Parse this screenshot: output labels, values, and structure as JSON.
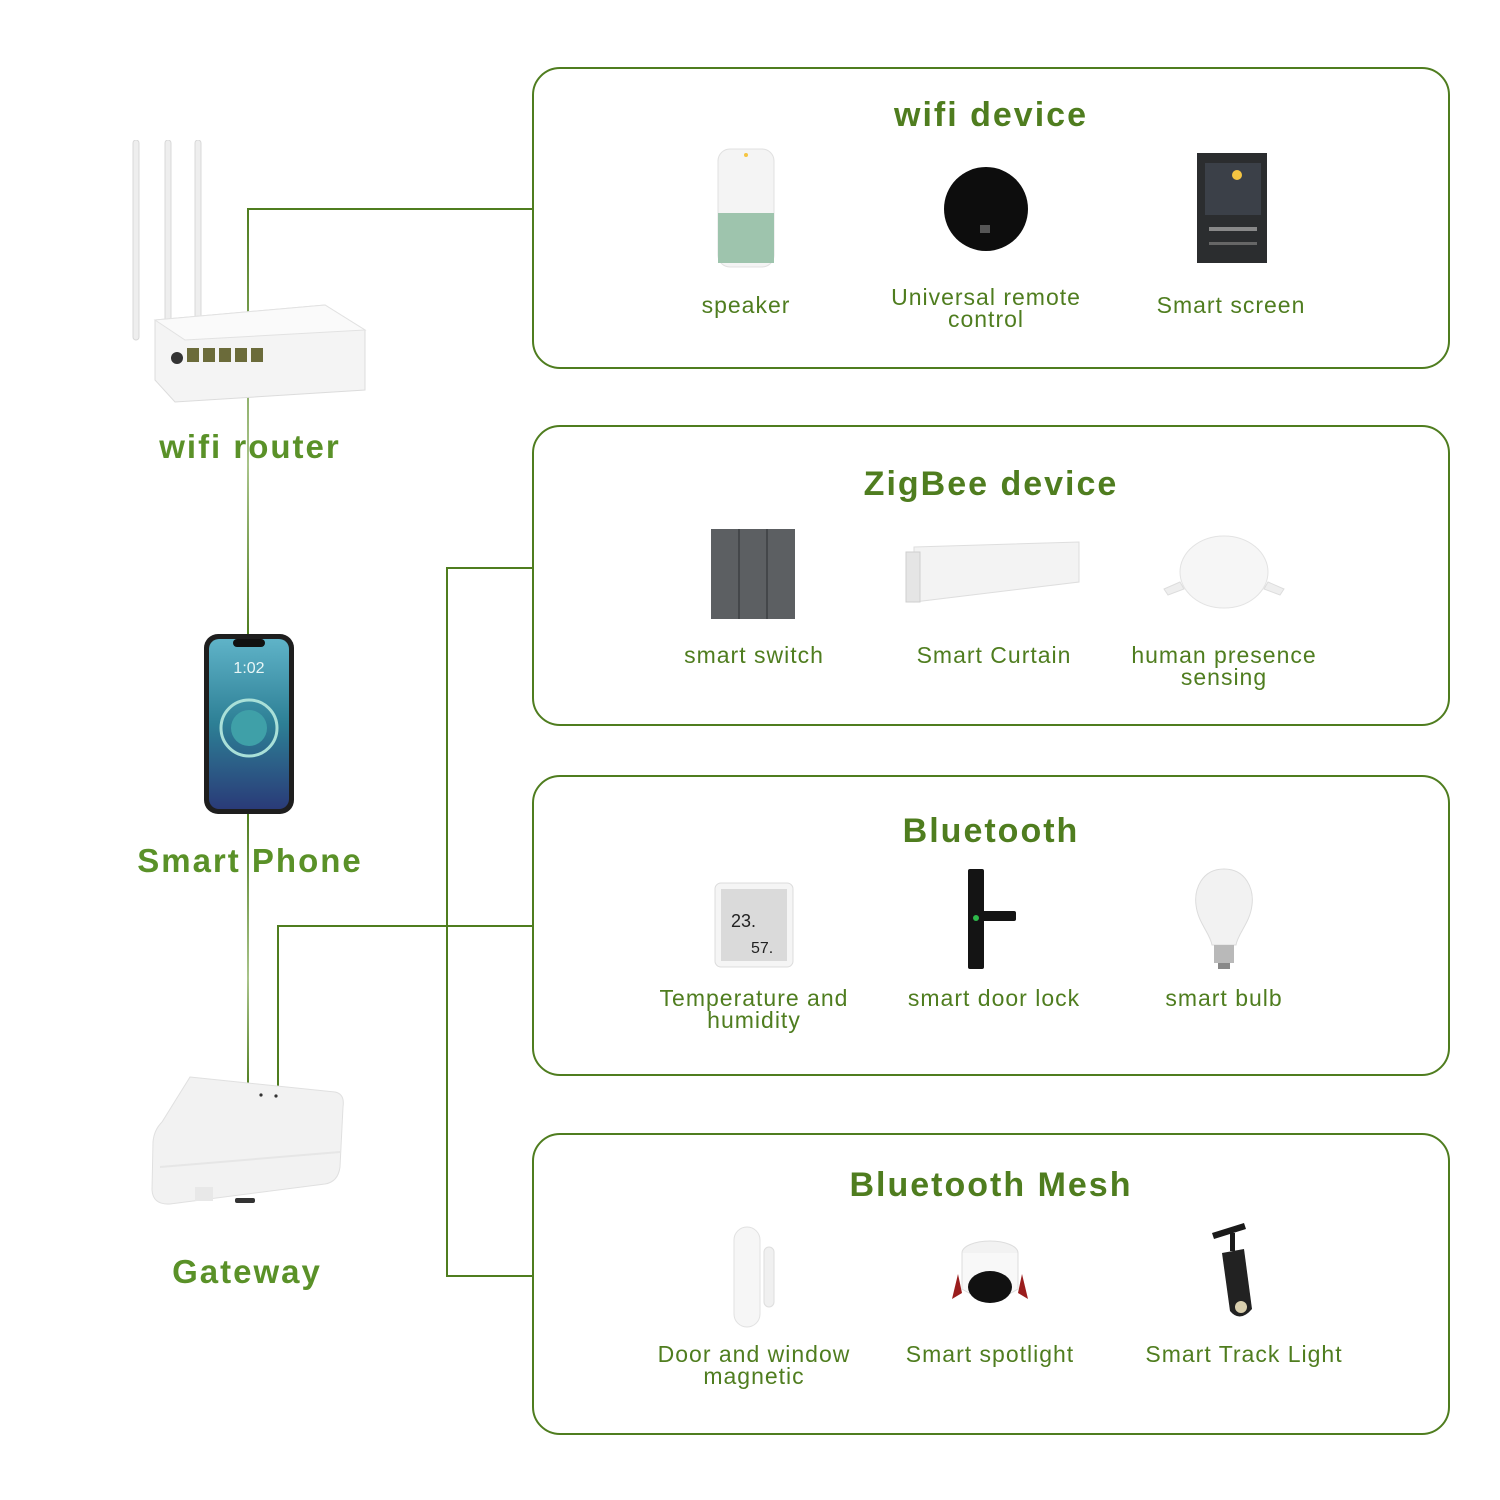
{
  "hubs": {
    "router": {
      "label": "wifi router",
      "icon": "wifi-router-icon"
    },
    "phone": {
      "label": "Smart Phone",
      "icon": "smartphone-icon",
      "screen_time": "1:02"
    },
    "gateway": {
      "label": "Gateway",
      "icon": "gateway-icon"
    }
  },
  "panels": [
    {
      "title": "wifi device",
      "items": [
        {
          "label": "speaker",
          "icon": "speaker-icon"
        },
        {
          "label": "Universal remote control",
          "icon": "remote-control-icon"
        },
        {
          "label": "Smart screen",
          "icon": "smart-screen-icon"
        }
      ]
    },
    {
      "title": "ZigBee device",
      "items": [
        {
          "label": "smart switch",
          "icon": "smart-switch-icon"
        },
        {
          "label": "Smart Curtain",
          "icon": "curtain-motor-icon"
        },
        {
          "label": "human presence sensing",
          "icon": "presence-sensor-icon"
        }
      ]
    },
    {
      "title": "Bluetooth",
      "items": [
        {
          "label": "Temperature and humidity",
          "icon": "thermo-hygrometer-icon",
          "readings": [
            "23.",
            "57."
          ]
        },
        {
          "label": "smart door lock",
          "icon": "door-lock-icon"
        },
        {
          "label": "smart bulb",
          "icon": "bulb-icon"
        }
      ]
    },
    {
      "title": "Bluetooth Mesh",
      "items": [
        {
          "label": "Door and window magnetic",
          "icon": "door-sensor-icon"
        },
        {
          "label": "Smart spotlight",
          "icon": "spotlight-icon"
        },
        {
          "label": "Smart Track Light",
          "icon": "track-light-icon"
        }
      ]
    }
  ],
  "colors": {
    "accent": "#4f7d1f",
    "hub_label": "#5a9128"
  }
}
